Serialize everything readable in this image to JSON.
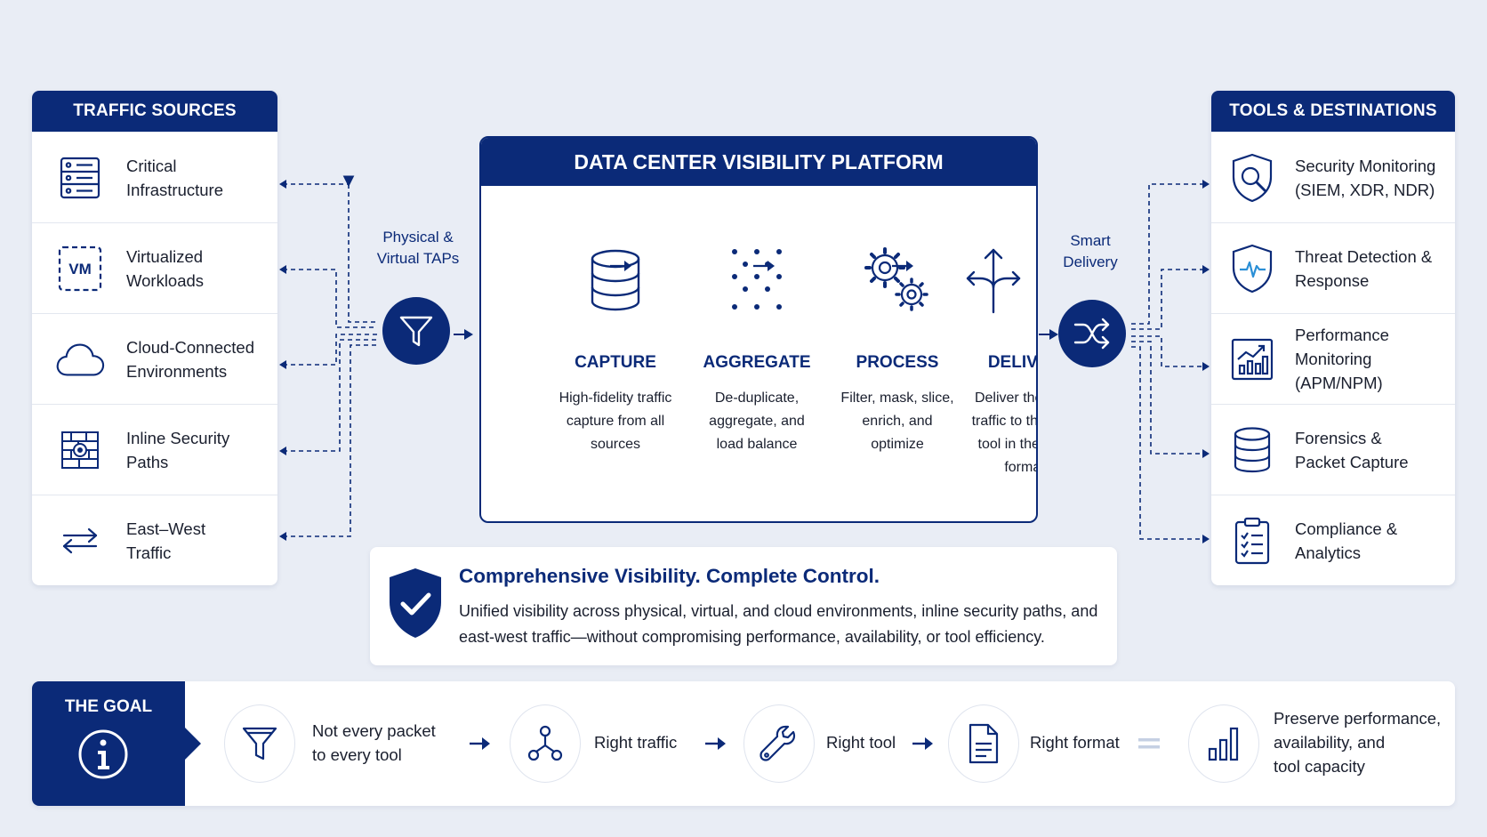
{
  "sources": {
    "header": "TRAFFIC SOURCES",
    "items": [
      {
        "label": "Critical\nInfrastructure",
        "icon": "server-rack-icon"
      },
      {
        "label": "Virtualized\nWorkloads",
        "icon": "vm-icon",
        "icon_text": "VM"
      },
      {
        "label": "Cloud-Connected\nEnvironments",
        "icon": "cloud-icon"
      },
      {
        "label": "Inline Security\nPaths",
        "icon": "firewall-icon"
      },
      {
        "label": "East–West\nTraffic",
        "icon": "bidirectional-arrows-icon"
      }
    ]
  },
  "taps": {
    "label": "Physical &\nVirtual TAPs",
    "icon": "funnel-icon"
  },
  "platform": {
    "title": "DATA CENTER VISIBILITY PLATFORM",
    "stages": [
      {
        "title": "CAPTURE",
        "desc": "High-fidelity traffic\ncapture from all\nsources",
        "icon": "database-icon"
      },
      {
        "title": "AGGREGATE",
        "desc": "De-duplicate,\naggregate, and\nload balance",
        "icon": "dot-grid-icon"
      },
      {
        "title": "PROCESS",
        "desc": "Filter, mask, slice,\nenrich, and\noptimize",
        "icon": "gears-icon"
      },
      {
        "title": "DELIVER",
        "desc": "Deliver the right\ntraffic to the right\ntool in the right\nformat",
        "icon": "split-arrows-icon"
      }
    ]
  },
  "delivery": {
    "label": "Smart\nDelivery",
    "icon": "shuffle-icon"
  },
  "tools": {
    "header": "TOOLS & DESTINATIONS",
    "items": [
      {
        "label": "Security Monitoring\n(SIEM, XDR, NDR)",
        "icon": "shield-search-icon"
      },
      {
        "label": "Threat Detection &\nResponse",
        "icon": "shield-pulse-icon"
      },
      {
        "label": "Performance\nMonitoring (APM/NPM)",
        "icon": "chart-growth-icon"
      },
      {
        "label": "Forensics &\nPacket Capture",
        "icon": "database-icon"
      },
      {
        "label": "Compliance &\nAnalytics",
        "icon": "clipboard-checklist-icon"
      }
    ]
  },
  "banner": {
    "title": "Comprehensive Visibility. Complete Control.",
    "body": "Unified visibility across physical, virtual, and cloud environments, inline security paths, and east-west traffic—without compromising performance, availability, or tool efficiency.",
    "icon": "shield-check-icon"
  },
  "goal": {
    "label": "THE GOAL",
    "icon": "info-icon",
    "steps": [
      {
        "label": "Not every packet\nto every tool",
        "icon": "funnel-icon"
      },
      {
        "label": "Right traffic",
        "icon": "network-nodes-icon"
      },
      {
        "label": "Right tool",
        "icon": "wrench-icon"
      },
      {
        "label": "Right format",
        "icon": "document-icon"
      },
      {
        "label": "Preserve performance,\navailability, and\ntool capacity",
        "icon": "bar-chart-icon"
      }
    ]
  },
  "colors": {
    "navy": "#0b2a78",
    "background": "#e9edf5",
    "panel": "#ffffff"
  }
}
